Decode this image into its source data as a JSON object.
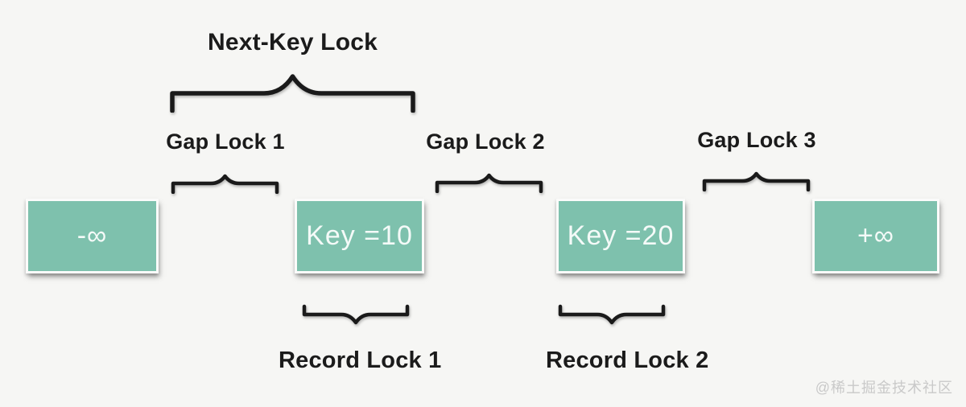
{
  "diagram": {
    "title": "Next-Key Lock",
    "gap_locks": [
      "Gap Lock 1",
      "Gap Lock 2",
      "Gap Lock 3"
    ],
    "record_locks": [
      "Record Lock 1",
      "Record Lock 2"
    ],
    "nodes": [
      "-∞",
      "Key =10",
      "Key =20",
      "+∞"
    ],
    "watermark": "@稀土掘金技术社区",
    "colors": {
      "background": "#f6f6f4",
      "node_fill": "#7ec1ad",
      "node_text": "#f4faf8",
      "label_text": "#1b1b1b",
      "brace": "#1a1a1a",
      "watermark": "#c9c9c9"
    }
  }
}
